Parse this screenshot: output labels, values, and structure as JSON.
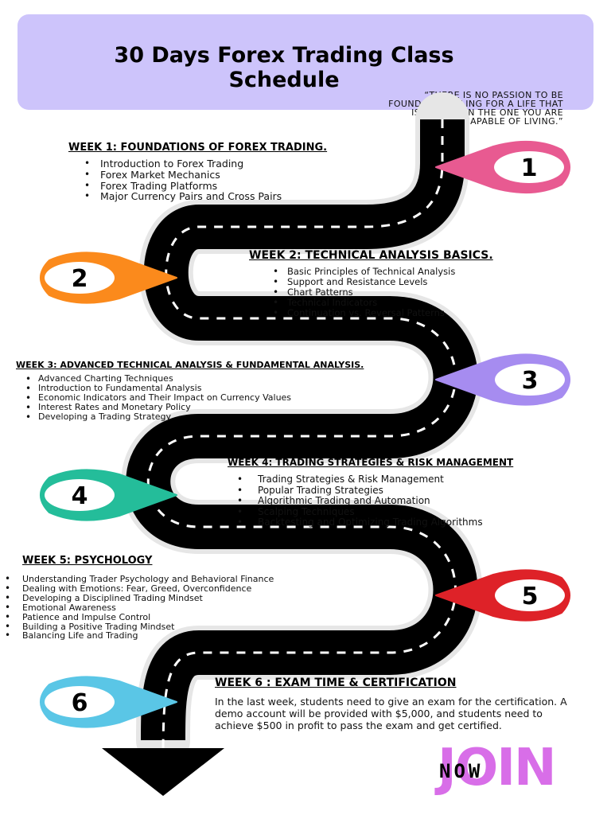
{
  "header": {
    "title_line1": "30 Days Forex Trading Class",
    "title_line2": "Schedule",
    "quote_line1": "“THERE IS NO PASSION TO BE",
    "quote_line2": "FOUND IN SETTLING FOR A LIFE THAT",
    "quote_line3": "IS LESS THAN THE ONE YOU ARE",
    "quote_line4": "CAPABLE OF LIVING.”"
  },
  "markers": [
    {
      "label": "1",
      "color": "#e85a91"
    },
    {
      "label": "2",
      "color": "#fb8a1c"
    },
    {
      "label": "3",
      "color": "#a68cf0"
    },
    {
      "label": "4",
      "color": "#24bd9a"
    },
    {
      "label": "5",
      "color": "#de2228"
    },
    {
      "label": "6",
      "color": "#5ac6e6"
    }
  ],
  "weeks": [
    {
      "title": "WEEK 1: FOUNDATIONS OF FOREX TRADING.",
      "items": [
        "Introduction to Forex Trading",
        "Forex Market Mechanics",
        "Forex Trading Platforms",
        "Major Currency Pairs and Cross Pairs"
      ]
    },
    {
      "title": "WEEK 2: TECHNICAL ANALYSIS BASICS.",
      "items": [
        "Basic Principles of Technical Analysis",
        "Support and Resistance Levels",
        "Chart Patterns",
        "Technical Indicators",
        "Continuation vs. Reversal Patterns"
      ]
    },
    {
      "title": "WEEK 3: ADVANCED TECHNICAL ANALYSIS & FUNDAMENTAL ANALYSIS.",
      "items": [
        "Advanced Charting Techniques",
        "Introduction to Fundamental Analysis",
        "Economic Indicators and Their Impact on Currency Values",
        "Interest Rates and Monetary Policy",
        "Developing a Trading Strategy"
      ]
    },
    {
      "title": "WEEK 4: TRADING STRATEGIES & RISK MANAGEMENT",
      "items": [
        " Trading Strategies & Risk Management",
        "Popular Trading Strategies",
        "Algorithmic Trading and Automation",
        "Scalping Techniques",
        "Backtesting and Optimizing Trading Algorithms"
      ]
    },
    {
      "title": "WEEK 5: PSYCHOLOGY",
      "items": [
        "Understanding Trader Psychology and Behavioral Finance",
        "Dealing with Emotions: Fear, Greed, Overconfidence",
        "Developing a Disciplined Trading Mindset",
        "Emotional Awareness",
        "Patience and Impulse Control",
        "Building a Positive Trading Mindset",
        "Balancing Life and Trading"
      ]
    },
    {
      "title": "WEEK 6 : EXAM TIME & CERTIFICATION",
      "body": "In the last week, students need to give an exam for the certification. A demo account will be provided with $5,000, and students need to achieve $500 in profit to pass the exam and get certified."
    }
  ],
  "cta": {
    "join": "JOIN",
    "now": "NOW"
  },
  "colors": {
    "header_bg": "#cdc4fb",
    "road": "#000000",
    "road_edge": "#e6e6e6",
    "road_dash": "#ffffff",
    "join": "#d86ee8"
  }
}
